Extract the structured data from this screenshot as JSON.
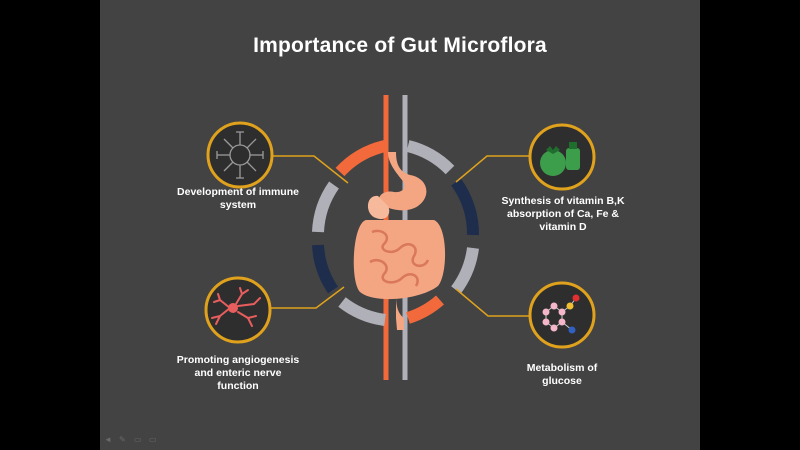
{
  "slide": {
    "title": "Importance of Gut Microflora",
    "colors": {
      "background": "#434343",
      "ring_orange": "#f26a3b",
      "ring_gray": "#b0b0b8",
      "ring_navy": "#1f2d4d",
      "connector_gold": "#e0a21d",
      "organ_peach": "#f4a582"
    },
    "functions": [
      {
        "label": "Development of immune system",
        "icon": "immune-cell-icon"
      },
      {
        "label": "Promoting angiogenesis and enteric nerve function",
        "icon": "neuron-icon"
      },
      {
        "label": "Synthesis of vitamin B,K absorption of Ca, Fe & vitamin D",
        "icon": "vegetables-icon"
      },
      {
        "label": "Metabolism of glucose",
        "icon": "glucose-molecule-icon"
      }
    ],
    "center_icon": "digestive-system-icon",
    "nav_icons": [
      "back-arrow-icon",
      "pen-icon",
      "slides-icon",
      "more-icon"
    ]
  }
}
